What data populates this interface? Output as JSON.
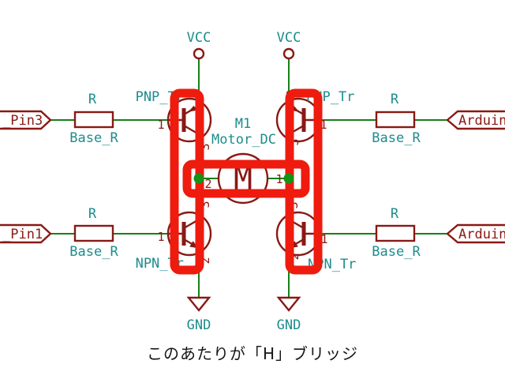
{
  "colors": {
    "wire": "#178017",
    "component": "#891914",
    "field": "#1d8c8c",
    "junction": "#169216",
    "highlight": "#ee1b0e",
    "text": "#161616"
  },
  "power": {
    "vcc_left": "VCC",
    "vcc_right": "VCC",
    "gnd_left": "GND",
    "gnd_right": "GND"
  },
  "net_labels": {
    "left_top": "_Pin3",
    "left_bottom": "_Pin1",
    "right_top": "Arduino_",
    "right_bottom": "Arduino_"
  },
  "resistors": {
    "top_left": {
      "ref": "R",
      "value": "Base_R"
    },
    "top_right": {
      "ref": "R",
      "value": "Base_R"
    },
    "bottom_left": {
      "ref": "R",
      "value": "Base_R"
    },
    "bottom_right": {
      "ref": "R",
      "value": "Base_R"
    }
  },
  "transistors": {
    "top_left": {
      "value": "PNP_Tr",
      "pin_base": "1",
      "pin_top": "2",
      "pin_bottom": "3"
    },
    "top_right": {
      "value": "PNP_Tr",
      "pin_base": "1",
      "pin_top": "2",
      "pin_bottom": "3"
    },
    "bottom_left": {
      "value": "NPN_Tr",
      "pin_base": "1",
      "pin_top": "3",
      "pin_bottom": "2"
    },
    "bottom_right": {
      "value": "NPN_Tr",
      "pin_base": "1",
      "pin_top": "3",
      "pin_bottom": "2"
    }
  },
  "motor": {
    "ref": "M1",
    "value": "Motor_DC",
    "symbol_letter": "M",
    "pin_left": "2",
    "pin_right": "1"
  },
  "caption": "このあたりが「H」ブリッジ"
}
